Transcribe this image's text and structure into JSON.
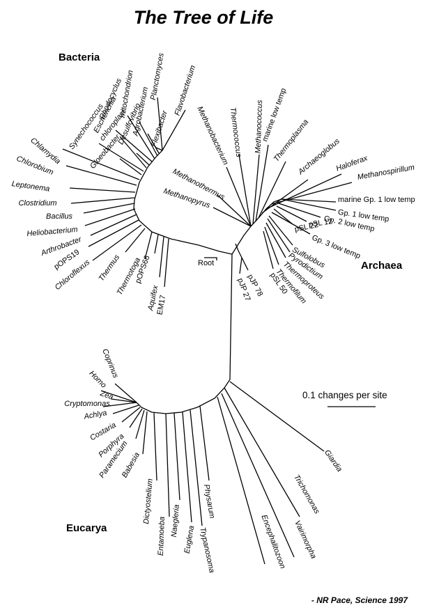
{
  "title": "The Tree of Life",
  "credit": "- NR Pace, Science 1997",
  "scale_label": "0.1 changes per site",
  "root_label": "Root",
  "domains": {
    "bacteria": "Bacteria",
    "archaea": "Archaea",
    "eucarya": "Eucarya"
  },
  "leaves": [
    {
      "key": "planctomyces",
      "label": "Planctomyces",
      "italic": true
    },
    {
      "key": "flavobacterium",
      "label": "Flavobacterium",
      "italic": true
    },
    {
      "key": "mitochondrion",
      "label": "mitochondrion",
      "italic": true
    },
    {
      "key": "agrobacterium",
      "label": "Agrobacterium",
      "italic": true
    },
    {
      "key": "flexibacter",
      "label": "Flexibacter",
      "italic": true
    },
    {
      "key": "rhodocyclus",
      "label": "Rhodocyclus",
      "italic": true
    },
    {
      "key": "escherichia",
      "label": "Escherichia",
      "italic": true
    },
    {
      "key": "desulfovibrio",
      "label": "Desulfovibrio",
      "italic": true
    },
    {
      "key": "chloroplast",
      "label": "chloroplast",
      "italic": true
    },
    {
      "key": "synechococcus",
      "label": "Synechococcus",
      "italic": true
    },
    {
      "key": "gloeobacter",
      "label": "Gloeobacter",
      "italic": true
    },
    {
      "key": "chlamydia",
      "label": "Chlamydia",
      "italic": true
    },
    {
      "key": "chlorobium",
      "label": "Chlorobium",
      "italic": true
    },
    {
      "key": "leptonema",
      "label": "Leptonema",
      "italic": true
    },
    {
      "key": "clostridium",
      "label": "Clostridium",
      "italic": true
    },
    {
      "key": "bacillus",
      "label": "Bacillus",
      "italic": true
    },
    {
      "key": "heliobacterium",
      "label": "Heliobacterium",
      "italic": true
    },
    {
      "key": "arthrobacter",
      "label": "Arthrobacter",
      "italic": true
    },
    {
      "key": "pops19",
      "label": "pOPS19",
      "italic": false
    },
    {
      "key": "chloroflexus",
      "label": "Chloroflexus",
      "italic": true
    },
    {
      "key": "thermus",
      "label": "Thermus",
      "italic": true
    },
    {
      "key": "thermotoga",
      "label": "Thermotoga",
      "italic": true
    },
    {
      "key": "pops66",
      "label": "pOPS66",
      "italic": false
    },
    {
      "key": "aquifex",
      "label": "Aquifex",
      "italic": true
    },
    {
      "key": "em17",
      "label": "EM17",
      "italic": false
    },
    {
      "key": "methanobacterium",
      "label": "Methanobacterium",
      "italic": true
    },
    {
      "key": "thermococcus",
      "label": "Thermococcus",
      "italic": true
    },
    {
      "key": "methanococcus",
      "label": "Methanococcus",
      "italic": true
    },
    {
      "key": "marinelowtemp",
      "label": "marine low temp",
      "italic": false
    },
    {
      "key": "thermoplasma",
      "label": "Thermoplasma",
      "italic": true
    },
    {
      "key": "archaeoglobus",
      "label": "Archaeoglobus",
      "italic": true
    },
    {
      "key": "haloferax",
      "label": "Haloferax",
      "italic": true
    },
    {
      "key": "methanospirillum",
      "label": "Methanospirillum",
      "italic": true
    },
    {
      "key": "methanothermus",
      "label": "Methanothermus",
      "italic": true
    },
    {
      "key": "methanopyrus",
      "label": "Methanopyrus",
      "italic": true
    },
    {
      "key": "marinegp1",
      "label": "marine Gp. 1 low temp",
      "italic": false
    },
    {
      "key": "gp1",
      "label": "Gp. 1 low temp",
      "italic": false
    },
    {
      "key": "gp2",
      "label": "Gp. 2 low temp",
      "italic": false
    },
    {
      "key": "psl12",
      "label": "pSL 12",
      "italic": false
    },
    {
      "key": "psl22",
      "label": "pSL 22",
      "italic": false
    },
    {
      "key": "gp3",
      "label": "Gp. 3 low temp",
      "italic": false
    },
    {
      "key": "sulfolobus",
      "label": "Sulfolobus",
      "italic": true
    },
    {
      "key": "pyrodictium",
      "label": "Pyrodictium",
      "italic": true
    },
    {
      "key": "thermoproteus",
      "label": "Thermoproteus",
      "italic": true
    },
    {
      "key": "thermofilum",
      "label": "Thermofilum",
      "italic": true
    },
    {
      "key": "psl50",
      "label": "pSL 50",
      "italic": false
    },
    {
      "key": "pjp78",
      "label": "pJP 78",
      "italic": false
    },
    {
      "key": "pjp27",
      "label": "pJP 27",
      "italic": false
    },
    {
      "key": "coprinus",
      "label": "Coprinus",
      "italic": true
    },
    {
      "key": "homo",
      "label": "Homo",
      "italic": true
    },
    {
      "key": "zea",
      "label": "Zea",
      "italic": true
    },
    {
      "key": "cryptomonas",
      "label": "Cryptomonas",
      "italic": true
    },
    {
      "key": "achlya",
      "label": "Achlya",
      "italic": true
    },
    {
      "key": "costaria",
      "label": "Costaria",
      "italic": true
    },
    {
      "key": "porphyra",
      "label": "Porphyra",
      "italic": true
    },
    {
      "key": "paramecium",
      "label": "Paramecium",
      "italic": true
    },
    {
      "key": "babesia",
      "label": "Babesia",
      "italic": true
    },
    {
      "key": "dictyostelium",
      "label": "Dictyostelium",
      "italic": true
    },
    {
      "key": "entamoeba",
      "label": "Entamoeba",
      "italic": true
    },
    {
      "key": "naegleria",
      "label": "Naegleria",
      "italic": true
    },
    {
      "key": "euglena",
      "label": "Euglena",
      "italic": true
    },
    {
      "key": "trypanosoma",
      "label": "Trypanosoma",
      "italic": true
    },
    {
      "key": "physarum",
      "label": "Physarum",
      "italic": true
    },
    {
      "key": "encephalitozoon",
      "label": "Encephalitozoon",
      "italic": true
    },
    {
      "key": "vairimorpha",
      "label": "Vairimorpha",
      "italic": true
    },
    {
      "key": "trichomonas",
      "label": "Trichomonas",
      "italic": true
    },
    {
      "key": "giardia",
      "label": "Giardia",
      "italic": true
    }
  ]
}
